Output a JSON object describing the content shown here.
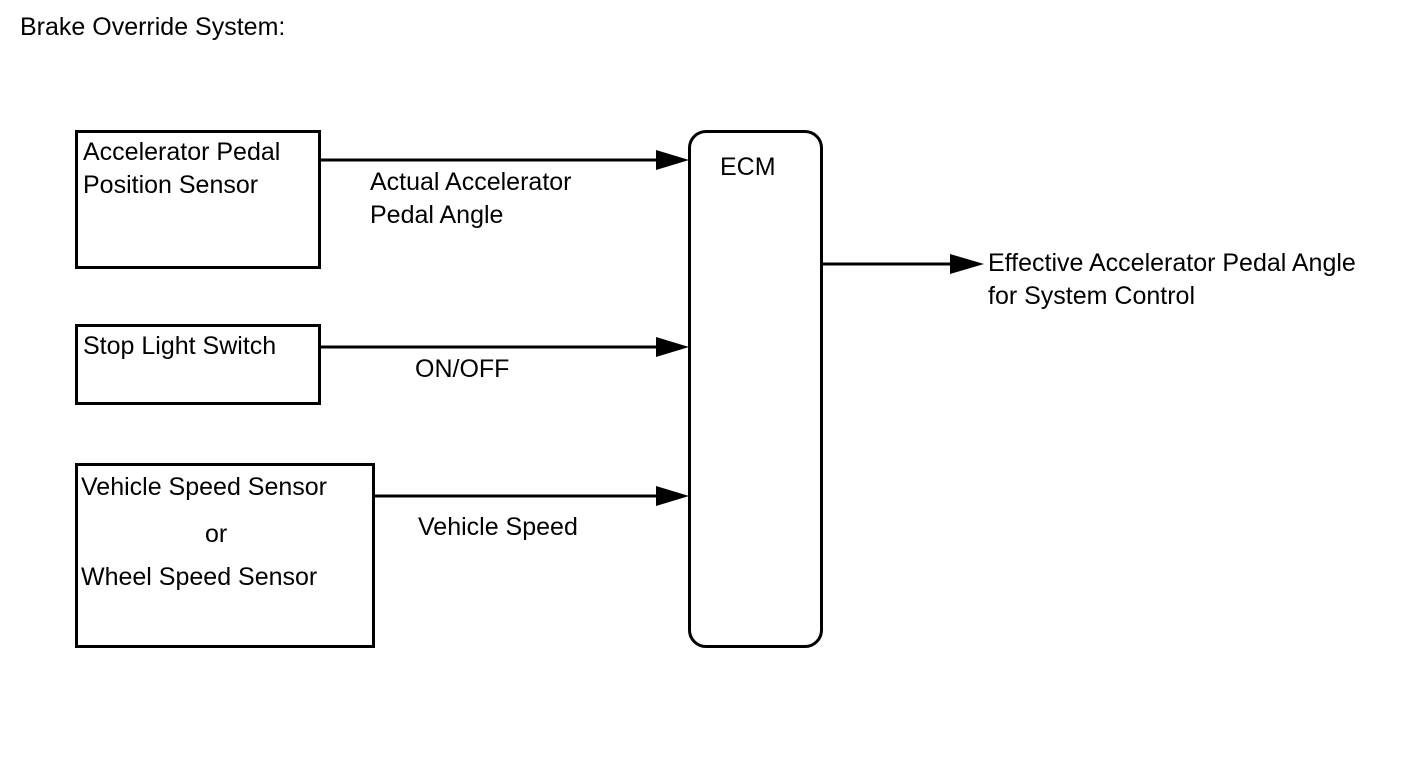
{
  "title": "Brake Override System:",
  "inputs": {
    "apps": {
      "box_lines": [
        "Accelerator Pedal",
        "Position Sensor"
      ],
      "signal_lines": [
        "Actual Accelerator",
        "Pedal Angle"
      ]
    },
    "stop_light": {
      "box_lines": [
        "Stop Light Switch"
      ],
      "signal_lines": [
        "ON/OFF"
      ]
    },
    "speed": {
      "box_lines": [
        "Vehicle Speed Sensor",
        "or",
        "Wheel Speed Sensor"
      ],
      "signal_lines": [
        "Vehicle Speed"
      ]
    }
  },
  "ecm": {
    "label": "ECM"
  },
  "output": {
    "signal_lines": [
      "Effective Accelerator Pedal Angle",
      "for System Control"
    ]
  }
}
